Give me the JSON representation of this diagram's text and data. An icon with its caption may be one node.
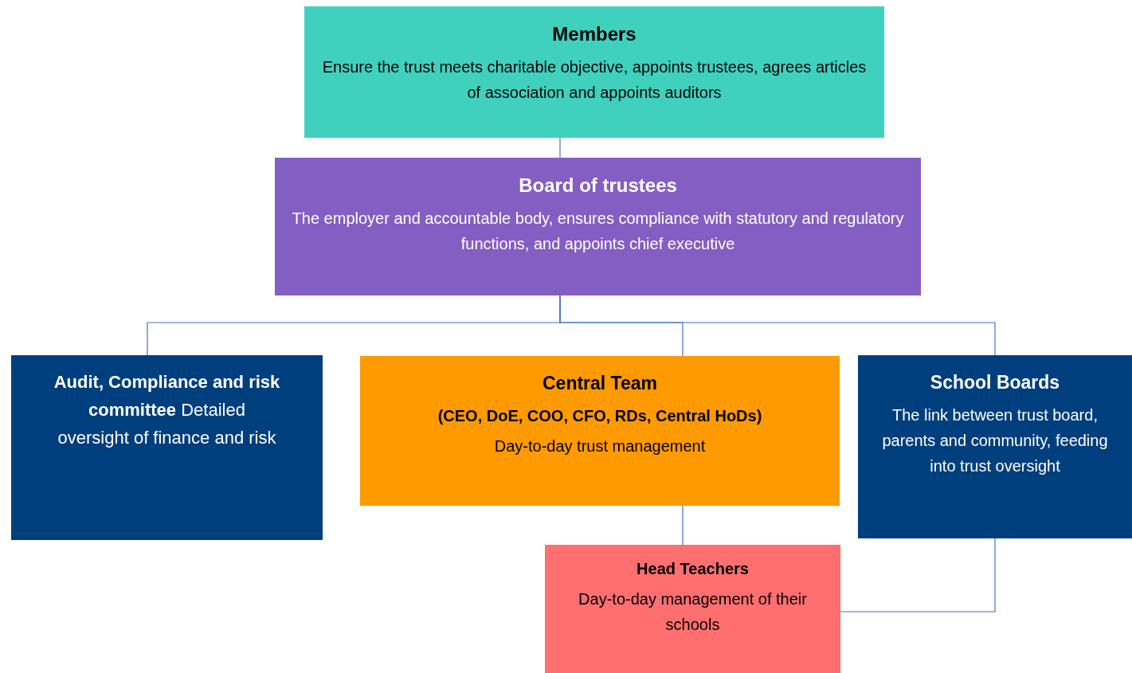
{
  "diagram": {
    "nodes": [
      {
        "text": [
          "Members",
          "Ensure the trust meets charitable objective, appoints trustees, agrees articles of association and appoints auditors"
        ]
      },
      {
        "text": [
          "Board of trustees",
          "The employer and accountable body, ensures compliance with statutory and regulatory functions, and appoints chief executive"
        ]
      },
      {
        "text": [
          "**Audit, Compliance and risk committee** Detailed oversight of finance and risk"
        ]
      },
      {
        "text": [
          "Central Team",
          "(CEO, DoE, COO, CFO, RDs, Central HoDs)",
          "Day-to-day trust management"
        ]
      },
      {
        "text": [
          "School Boards",
          "The link between trust board, parents and community, feeding into trust oversight"
        ]
      },
      {
        "text": [
          "Head Teachers",
          "Day-to-day management of their schools"
        ]
      }
    ],
    "edges": [
      {
        "from": 0,
        "to": 1,
        "arrow": "none"
      },
      {
        "from": 1,
        "to": 2,
        "arrow": "none"
      },
      {
        "from": 1,
        "to": 3,
        "arrow": "none"
      },
      {
        "from": 1,
        "to": 4,
        "arrow": "none"
      },
      {
        "from": 3,
        "to": 5,
        "arrow": "none"
      },
      {
        "from": 5,
        "to": 4,
        "arrow": "none"
      }
    ]
  }
}
